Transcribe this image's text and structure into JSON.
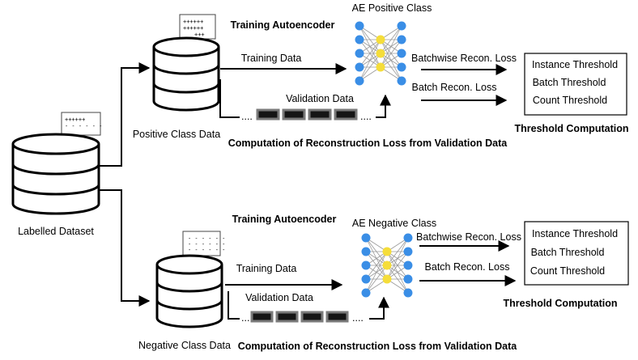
{
  "dataset": {
    "label": "Labelled Dataset"
  },
  "positive": {
    "class_data_label": "Positive Class Data",
    "training_title": "Training Autoencoder",
    "ae_label": "AE Positive Class",
    "training_data_label": "Training Data",
    "validation_data_label": "Validation Data",
    "dots": "....",
    "batchwise_loss_label": "Batchwise Recon. Loss",
    "batch_loss_label": "Batch Recon. Loss",
    "thresholds": [
      "Instance Threshold",
      "Batch Threshold",
      "Count Threshold"
    ],
    "threshold_title": "Threshold Computation",
    "computation_title": "Computation of Reconstruction Loss from Validation Data"
  },
  "negative": {
    "class_data_label": "Negative Class Data",
    "training_title": "Training Autoencoder",
    "ae_label": "AE Negative Class",
    "training_data_label": "Training Data",
    "validation_data_label": "Validation Data",
    "dots": "....",
    "batchwise_loss_label": "Batchwise Recon. Loss",
    "batch_loss_label": "Batch Recon. Loss",
    "thresholds": [
      "Instance Threshold",
      "Batch Threshold",
      "Count Threshold"
    ],
    "threshold_title": "Threshold Computation",
    "computation_title": "Computation of Reconstruction Loss from Validation  Data"
  },
  "colors": {
    "node_blue": "#3a8ee6",
    "node_yellow": "#f5dd3a",
    "batch_fill": "#151515",
    "batch_border": "#7a7a7a"
  }
}
